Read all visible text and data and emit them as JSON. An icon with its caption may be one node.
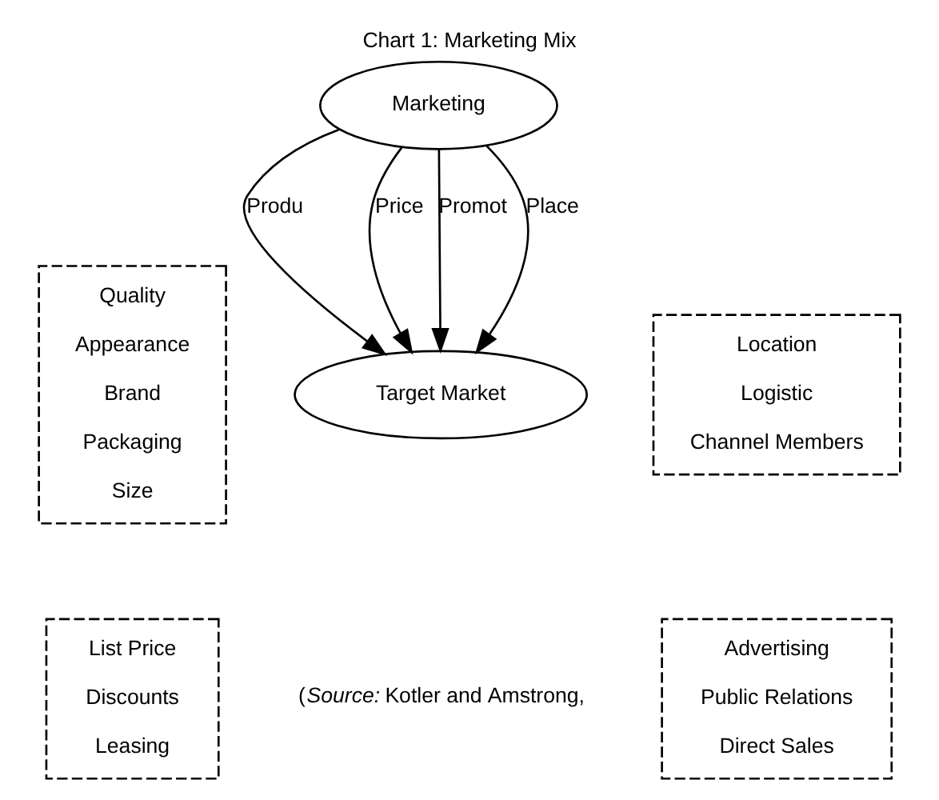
{
  "diagram": {
    "title": "Chart 1: Marketing Mix",
    "nodes": [
      {
        "text": [
          "Marketing"
        ]
      },
      {
        "text": [
          "Target Market"
        ]
      },
      {
        "text": [
          "Quality",
          "Appearance",
          "Brand",
          "Packaging",
          "Size"
        ]
      },
      {
        "text": [
          "Location",
          "Logistic",
          "Channel Members"
        ]
      },
      {
        "text": [
          "List Price",
          "Discounts",
          "Leasing"
        ]
      },
      {
        "text": [
          "Advertising",
          "Public Relations",
          "Direct Sales"
        ]
      }
    ],
    "edges": [
      {
        "from": 0,
        "to": 1,
        "arrow": "to",
        "label": "Produ"
      },
      {
        "from": 0,
        "to": 1,
        "arrow": "to",
        "label": "Price"
      },
      {
        "from": 0,
        "to": 1,
        "arrow": "to",
        "label": "Promot"
      },
      {
        "from": 0,
        "to": 1,
        "arrow": "to",
        "label": "Place"
      }
    ],
    "labels": [
      "(*Source:* Kotler and Amstrong,"
    ]
  }
}
